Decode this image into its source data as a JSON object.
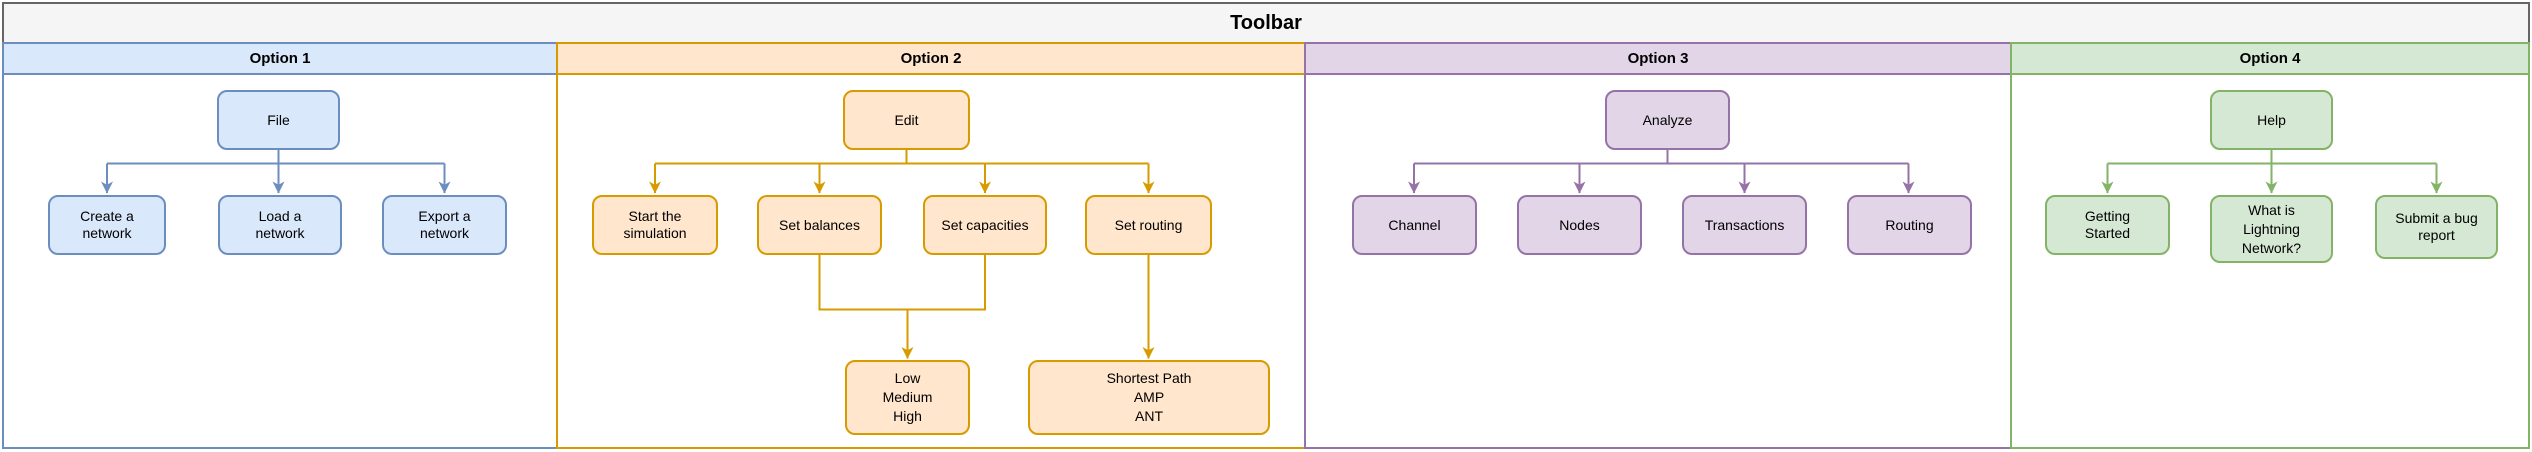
{
  "toolbar": {
    "title": "Toolbar",
    "band_fill": "#f5f5f5",
    "border_color": "#666666"
  },
  "options": [
    {
      "label": "Option 1",
      "fill": "#dae8fc",
      "stroke": "#6c8ebf",
      "root": {
        "id": "file",
        "lines": [
          "File"
        ]
      },
      "children": [
        {
          "id": "create-a-network",
          "lines": [
            "Create a",
            "network"
          ]
        },
        {
          "id": "load-a-network",
          "lines": [
            "Load a",
            "network"
          ]
        },
        {
          "id": "export-a-network",
          "lines": [
            "Export a",
            "network"
          ]
        }
      ]
    },
    {
      "label": "Option 2",
      "fill": "#ffe6cc",
      "stroke": "#d79b00",
      "root": {
        "id": "edit",
        "lines": [
          "Edit"
        ]
      },
      "children": [
        {
          "id": "start-the-simulation",
          "lines": [
            "Start the",
            "simulation"
          ]
        },
        {
          "id": "set-balances",
          "lines": [
            "Set balances"
          ]
        },
        {
          "id": "set-capacities",
          "lines": [
            "Set capacities"
          ]
        },
        {
          "id": "set-routing",
          "lines": [
            "Set routing"
          ]
        }
      ],
      "subchildren": [
        {
          "id": "low-medium-high",
          "lines": [
            "Low",
            "Medium",
            "High"
          ]
        },
        {
          "id": "shortest-path",
          "lines": [
            "Shortest Path",
            "AMP",
            "ANT"
          ]
        }
      ]
    },
    {
      "label": "Option 3",
      "fill": "#e1d5e7",
      "stroke": "#9673a6",
      "root": {
        "id": "analyze",
        "lines": [
          "Analyze"
        ]
      },
      "children": [
        {
          "id": "channel",
          "lines": [
            "Channel"
          ]
        },
        {
          "id": "nodes",
          "lines": [
            "Nodes"
          ]
        },
        {
          "id": "transactions",
          "lines": [
            "Transactions"
          ]
        },
        {
          "id": "routing",
          "lines": [
            "Routing"
          ]
        }
      ]
    },
    {
      "label": "Option 4",
      "fill": "#d5e8d4",
      "stroke": "#82b366",
      "root": {
        "id": "help",
        "lines": [
          "Help"
        ]
      },
      "children": [
        {
          "id": "getting-started",
          "lines": [
            "Getting",
            "Started"
          ]
        },
        {
          "id": "what-is-lightning-network",
          "lines": [
            "What is",
            "Lightning",
            "Network?"
          ]
        },
        {
          "id": "submit-a-bug-report",
          "lines": [
            "Submit a bug",
            "report"
          ]
        }
      ]
    }
  ]
}
